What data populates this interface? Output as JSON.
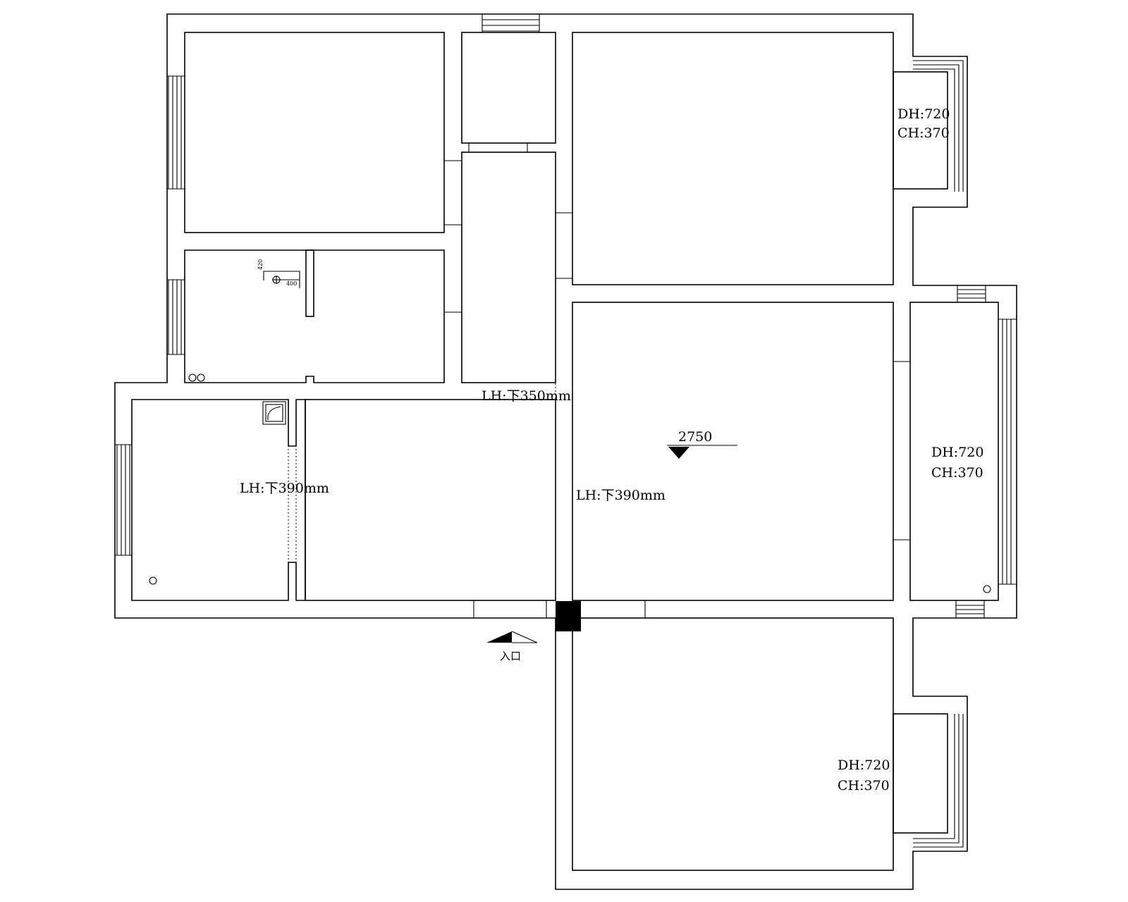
{
  "annotations": {
    "bedroom_ne": {
      "dh": "DH:720",
      "ch": "CH:370"
    },
    "balcony_e": {
      "dh": "DH:720",
      "ch": "CH:370"
    },
    "bedroom_se": {
      "dh": "DH:720",
      "ch": "CH:370"
    },
    "corridor_lh": "LH:下350mm",
    "kitchen_lh": "LH:下390mm",
    "living_lh": "LH:下390mm",
    "ceiling_height": "2750",
    "entrance": "入口",
    "bath_dim_a": "420",
    "bath_dim_b": "400"
  }
}
